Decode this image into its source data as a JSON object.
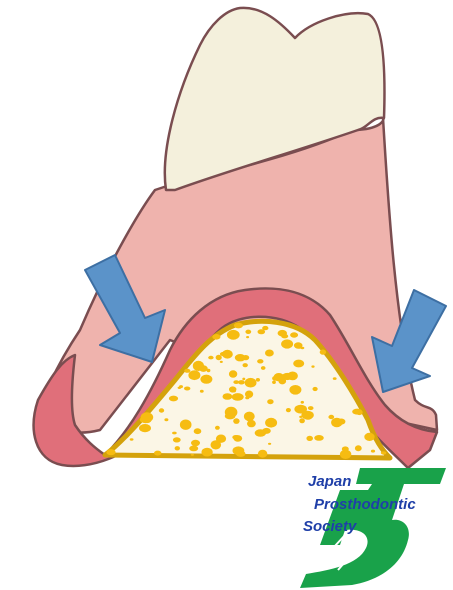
{
  "illustration": {
    "subject": "denture-on-ridge-cross-section",
    "colors": {
      "tooth": "#f4f0dc",
      "denture_base": "#efb3ad",
      "mucosa": "#e06f7a",
      "bone_fill": "#fbf6e6",
      "bone_dots": "#f6bc12",
      "bone_outline": "#d4a20c",
      "outline": "#7a4d50",
      "arrow_fill": "#5b93c9",
      "arrow_stroke": "#3d6fa3"
    },
    "arrows": [
      {
        "name": "left-pressure-arrow",
        "direction": "down-right"
      },
      {
        "name": "right-pressure-arrow",
        "direction": "down-left"
      }
    ]
  },
  "logo": {
    "line1": "Japan",
    "line2": "Prosthodontic",
    "line3": "Society",
    "colors": {
      "text": "#1f3fa8",
      "mark": "#19a24a"
    }
  }
}
